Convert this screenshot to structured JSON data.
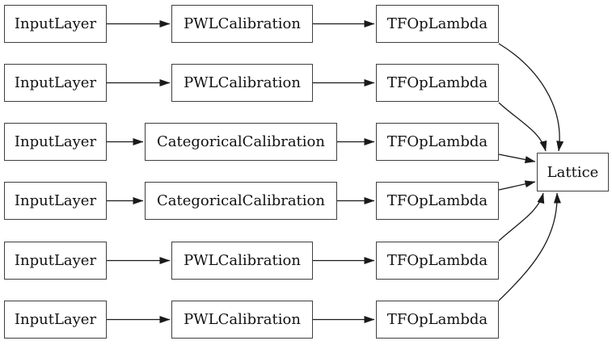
{
  "diagram": {
    "output_node": {
      "label": "Lattice"
    },
    "rows": [
      {
        "input": "InputLayer",
        "calibration": "PWLCalibration",
        "lambda": "TFOpLambda"
      },
      {
        "input": "InputLayer",
        "calibration": "PWLCalibration",
        "lambda": "TFOpLambda"
      },
      {
        "input": "InputLayer",
        "calibration": "CategoricalCalibration",
        "lambda": "TFOpLambda"
      },
      {
        "input": "InputLayer",
        "calibration": "CategoricalCalibration",
        "lambda": "TFOpLambda"
      },
      {
        "input": "InputLayer",
        "calibration": "PWLCalibration",
        "lambda": "TFOpLambda"
      },
      {
        "input": "InputLayer",
        "calibration": "PWLCalibration",
        "lambda": "TFOpLambda"
      }
    ],
    "colors": {
      "background": "#ffffff",
      "node_fill": "#ffffff",
      "node_border": "#3f3f3f",
      "edge": "#1a1a1a",
      "text": "#111111"
    }
  }
}
